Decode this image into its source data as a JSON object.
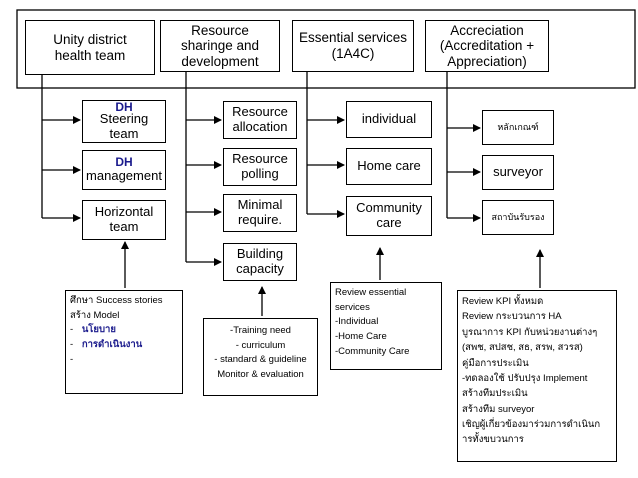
{
  "headers": [
    {
      "id": "unity",
      "text": "Unity district\nhealth team"
    },
    {
      "id": "resource",
      "text": "Resource\nsharinge and\ndevelopment"
    },
    {
      "id": "essential",
      "text": "Essential services\n(1A4C)"
    },
    {
      "id": "accreciation",
      "text": "Accreciation\n(Accreditation +\nAppreciation)"
    }
  ],
  "col1": {
    "steering": {
      "dh": "DH",
      "label": "Steering\nteam"
    },
    "management": {
      "dh": "DH",
      "label": "management"
    },
    "horizontal": {
      "label": "Horizontal\nteam"
    }
  },
  "col2": [
    "Resource\nallocation",
    "Resource\npolling",
    "Minimal\nrequire.",
    "Building\ncapacity"
  ],
  "col3": [
    "individual",
    "Home care",
    "Community\ncare"
  ],
  "col4": [
    "หลักเกณฑ์",
    "surveyor",
    "สถาบันรับรอง"
  ],
  "notes": {
    "n1": {
      "line1": "ศึกษา Success stories",
      "line2": "สร้าง Model",
      "item1": "นโยบาย",
      "item2": "การดำเนินงาน"
    },
    "n2": [
      "-Training need",
      "- curriculum",
      "- standard & guideline",
      "Monitor & evaluation"
    ],
    "n3": [
      "Review essential",
      "services",
      "-Individual",
      "-Home Care",
      "-Community Care"
    ],
    "n4": [
      "Review KPI ทั้งหมด",
      "Review กระบวนการ HA",
      "บูรณาการ KPI กับหน่วยงานต่างๆ",
      "(สพช, สปสช, สธ, สรพ, สวรส)",
      "คู่มือการประเมิน",
      "-ทดลองใช้ ปรับปรุง Implement",
      "สร้างทีมประเมิน",
      "สร้างทีม surveyor",
      "เชิญผู้เกี่ยวข้องมาร่วมการดำเนินก",
      "ารทั้งขบวนการ"
    ]
  }
}
